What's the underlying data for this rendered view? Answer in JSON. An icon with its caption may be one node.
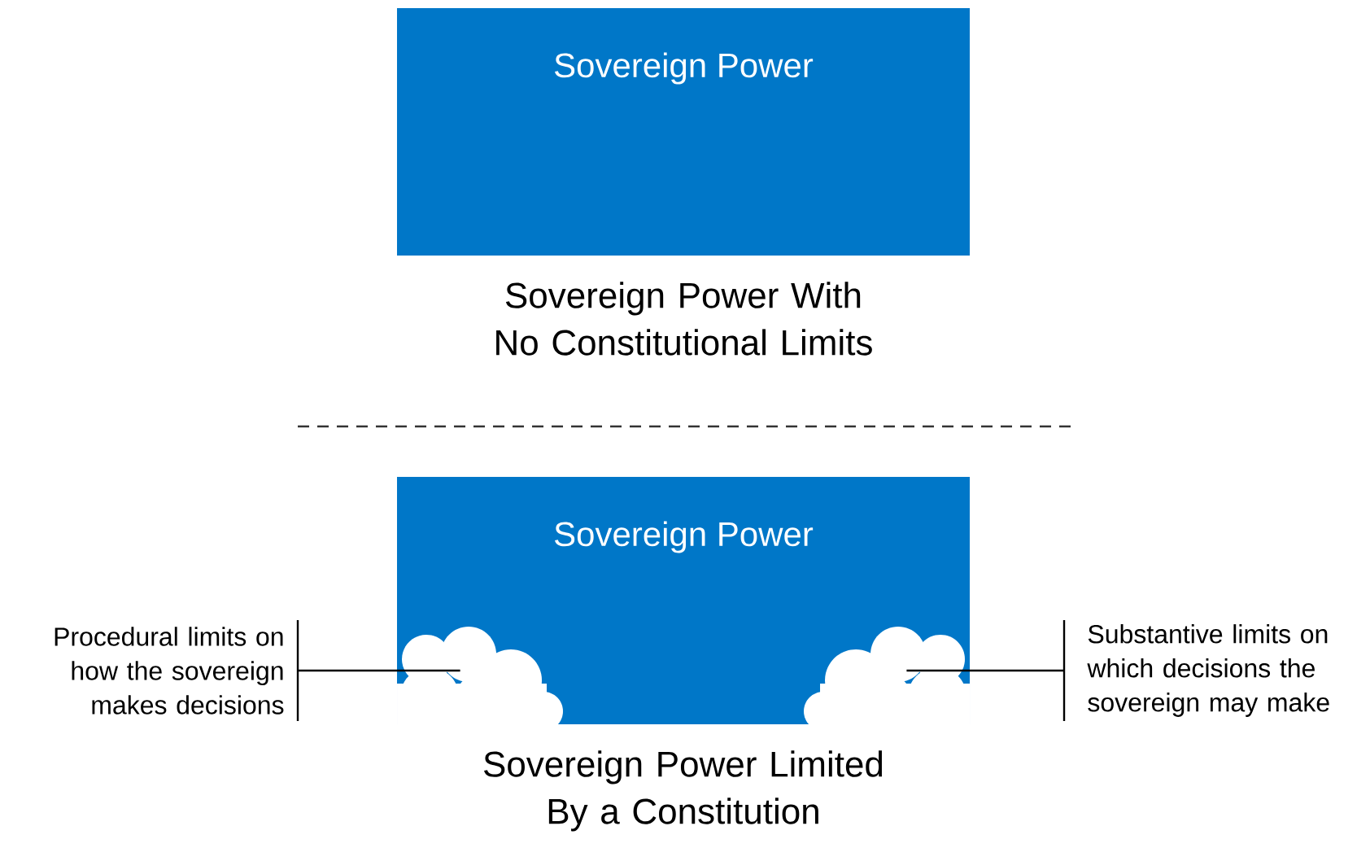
{
  "diagram": {
    "nodes": [
      {
        "text": [
          "Sovereign Power",
          "Sovereign Power With No Constitutional Limits"
        ]
      },
      {
        "text": [
          "Sovereign Power",
          "Sovereign Power Limited By a Constitution"
        ]
      },
      {
        "text": [
          "Procedural limits on how the sovereign makes decisions"
        ]
      },
      {
        "text": [],
        "shape": "cloud",
        "in": 1
      },
      {
        "text": [],
        "shape": "cloud",
        "in": 1
      },
      {
        "text": [
          "Substantive limits on which decisions the sovereign may make"
        ]
      }
    ],
    "edges": [
      {
        "from": 2,
        "to": 3,
        "arrow": "none"
      },
      {
        "from": 5,
        "to": 4,
        "arrow": "none"
      }
    ]
  }
}
